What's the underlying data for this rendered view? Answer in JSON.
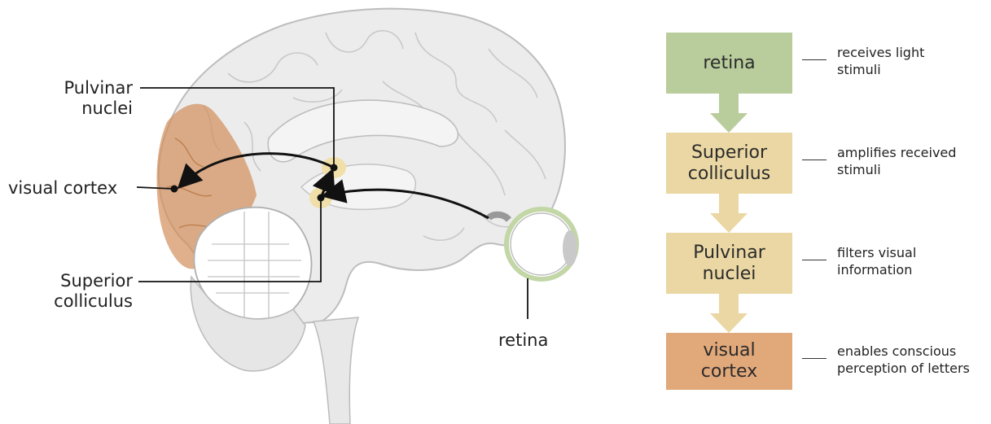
{
  "brain_labels": {
    "pulvinar_line1": "Pulvinar",
    "pulvinar_line2": "nuclei",
    "visual_cortex": "visual cortex",
    "superior_line1": "Superior",
    "superior_line2": "colliculus",
    "retina": "retina"
  },
  "flow": [
    {
      "line1": "retina",
      "line2": "",
      "desc_line1": "receives light",
      "desc_line2": "stimuli",
      "color": "#b9cd9c"
    },
    {
      "line1": "Superior",
      "line2": "colliculus",
      "desc_line1": "amplifies received",
      "desc_line2": "stimuli",
      "color": "#ead7a3"
    },
    {
      "line1": "Pulvinar",
      "line2": "nuclei",
      "desc_line1": "filters visual",
      "desc_line2": "information",
      "color": "#ead7a3"
    },
    {
      "line1": "visual",
      "line2": "cortex",
      "desc_line1": "enables conscious",
      "desc_line2": "perception of letters",
      "color": "#e1a87a"
    }
  ],
  "colors": {
    "arrow_green": "#b9cd9c",
    "arrow_yellow": "#ead7a3",
    "cortex_shading": "#d28f5a",
    "nucleus": "#f0dfa8",
    "eye_ring": "#c2d6a6"
  }
}
